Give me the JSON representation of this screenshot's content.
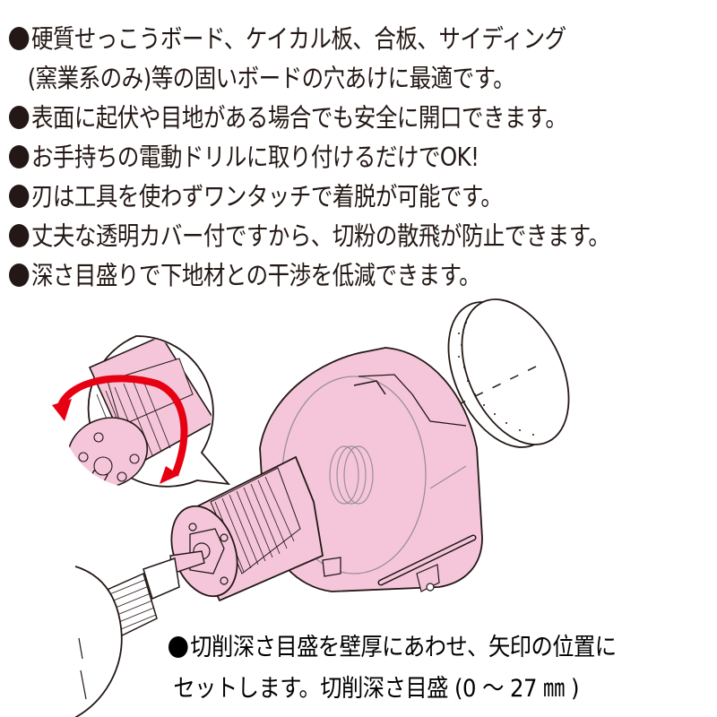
{
  "features": [
    {
      "text": "硬質せっこうボード、ケイカル板、合板、サイディング",
      "bullet": true
    },
    {
      "text": "(窯業系のみ)等の固いボードの穴あけに最適です。",
      "bullet": false
    },
    {
      "text": "表面に起伏や目地がある場合でも安全に開口できます。",
      "bullet": true
    },
    {
      "text": "お手持ちの電動ドリルに取り付けるだけでOK!",
      "bullet": true
    },
    {
      "text": "刃は工具を使わずワンタッチで着脱が可能です。",
      "bullet": true
    },
    {
      "text": "丈夫な透明カバー付ですから、切粉の散飛が防止できます。",
      "bullet": true
    },
    {
      "text": "深さ目盛りで下地材との干渉を低減できます。",
      "bullet": true
    }
  ],
  "illustration": {
    "description": "Hole saw attachment with pink transparent dust cover mounted on electric drill, with zoom callout of depth dial rotation",
    "colors": {
      "cover_fill": "#f5c6da",
      "rotation_arrow": "#e60012",
      "outline": "#231815"
    }
  },
  "caption": {
    "line1": "切削深さ目盛を壁厚にあわせ、矢印の位置に",
    "line2": "セットします。切削深さ目盛 (0 ～ 27 ㎜ )"
  }
}
